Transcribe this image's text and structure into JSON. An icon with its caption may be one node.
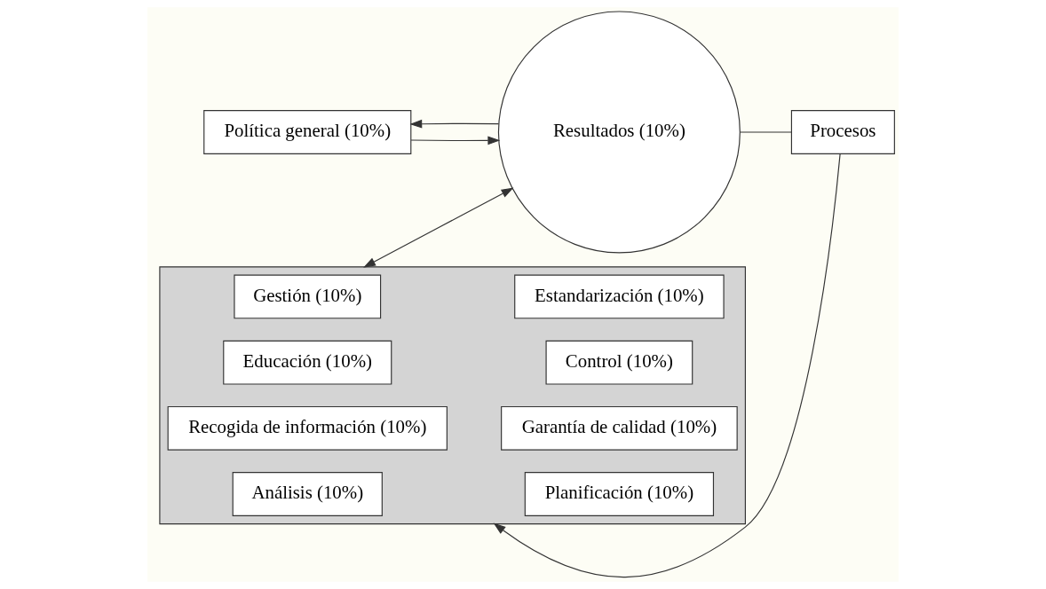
{
  "diagram": {
    "nodes": [
      {
        "text": [
          "Política general (10%)"
        ]
      },
      {
        "text": [],
        "shape": "box"
      },
      {
        "text": [
          "Gestión (10%)"
        ],
        "in": 1
      },
      {
        "text": [
          "Estandarización (10%)"
        ],
        "in": 1
      },
      {
        "text": [
          "Educación (10%)"
        ],
        "in": 1
      },
      {
        "text": [
          "Control (10%)"
        ],
        "in": 1
      },
      {
        "text": [
          "Recogida de información (10%)"
        ],
        "in": 1
      },
      {
        "text": [
          "Garantía de calidad (10%)"
        ],
        "in": 1
      },
      {
        "text": [
          "Análisis (10%)"
        ],
        "in": 1
      },
      {
        "text": [
          "Planificación (10%)"
        ],
        "in": 1
      },
      {
        "text": [
          "Resultados (10%)"
        ]
      },
      {
        "text": [
          "Procesos"
        ]
      }
    ],
    "edges": [
      {
        "from": 0,
        "to": 10,
        "arrow": "to"
      },
      {
        "from": 1,
        "to": 10,
        "arrow": "both"
      },
      {
        "from": 10,
        "to": 11,
        "arrow": "none"
      },
      {
        "from": 11,
        "to": 1,
        "arrow": "to"
      },
      {
        "from": 10,
        "to": 0,
        "arrow": "to"
      }
    ]
  }
}
